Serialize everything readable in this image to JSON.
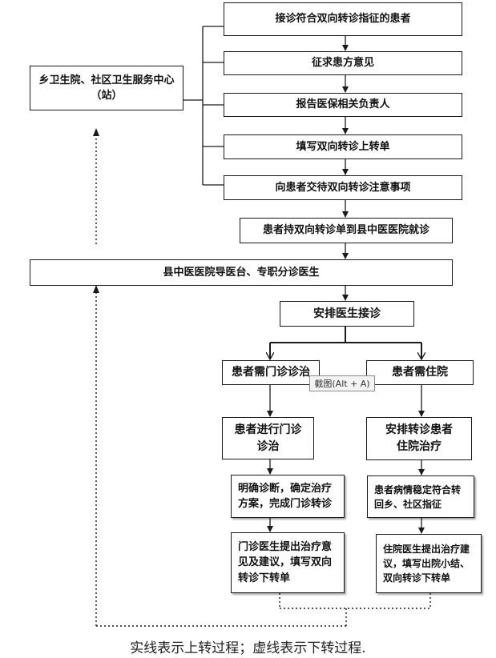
{
  "nodes": {
    "township": "乡卫生院、社区卫生服务中心（站）",
    "step1": "接诊符合双向转诊指征的患者",
    "step2": "征求患方意见",
    "step3": "报告医保相关负责人",
    "step4": "填写双向转诊上转单",
    "step5": "向患者交待双向转诊注意事项",
    "step6": "患者持双向转诊单到县中医医院就诊",
    "county_desk": "县中医医院导医台、专职分诊医生",
    "arrange_doctor": "安排医生接诊",
    "outpatient_need": "患者需门诊诊治",
    "inpatient_need": "患者需住院",
    "outpatient_treat": "患者进行门诊诊治",
    "inpatient_arrange": "安排转诊患者住院治疗",
    "outpatient_diagnose": "明确诊断，确定治疗方案，完成门诊转诊",
    "inpatient_stable": "患者病情稳定符合转回乡、社区指征",
    "outpatient_doctor_advice": "门诊医生提出治疗意见及建议，填写双向转诊下转单",
    "inpatient_doctor_advice": "住院医生提出治疗建议，填写出院小结、双向转诊下转单"
  },
  "tooltip": "截图(Alt + A)",
  "caption": "实线表示上转过程；虚线表示下转过程.",
  "colors": {
    "line": "#1a1a1a",
    "border": "#1a1a1a",
    "background": "#ffffff"
  }
}
